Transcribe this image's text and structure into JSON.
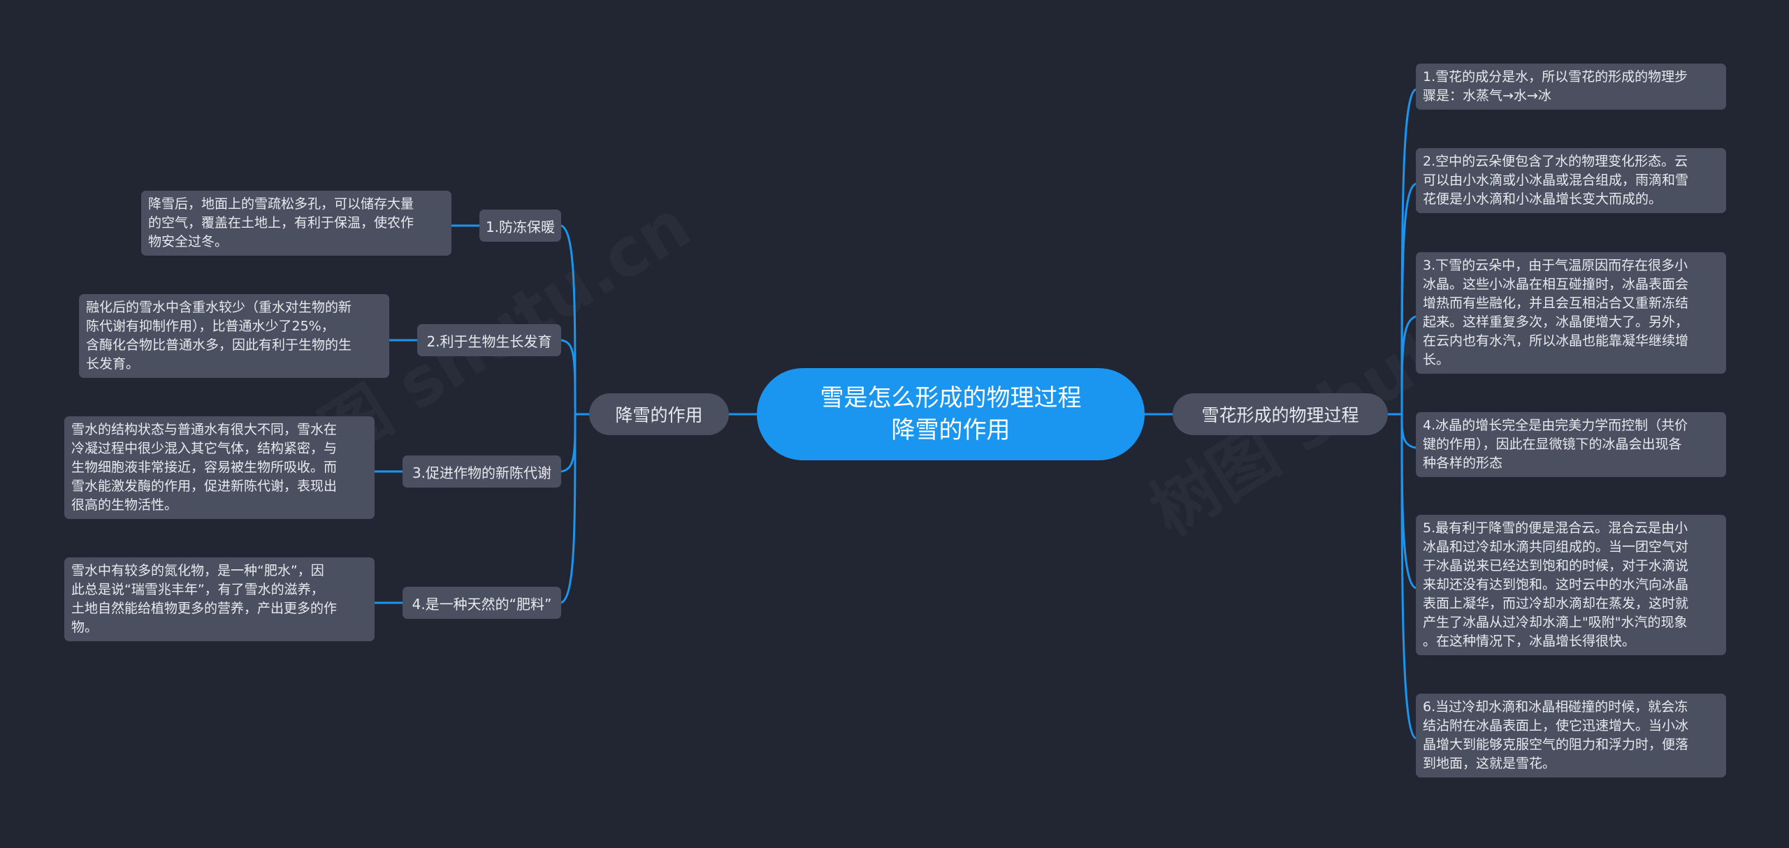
{
  "root": {
    "line1": "雪是怎么形成的物理过程",
    "line2": "降雪的作用"
  },
  "left_branch": {
    "label": "降雪的作用",
    "items": [
      {
        "label": "1.防冻保暖",
        "detail": "降雪后，地面上的雪疏松多孔，可以储存大量\n的空气，覆盖在土地上，有利于保温，使农作\n物安全过冬。"
      },
      {
        "label": "2.利于生物生长发育",
        "detail": "融化后的雪水中含重水较少（重水对生物的新\n陈代谢有抑制作用），比普通水少了25%，\n含酶化合物比普通水多，因此有利于生物的生\n长发育。"
      },
      {
        "label": "3.促进作物的新陈代谢",
        "detail": "雪水的结构状态与普通水有很大不同，雪水在\n冷凝过程中很少混入其它气体，结构紧密，与\n生物细胞液非常接近，容易被生物所吸收。而\n雪水能激发酶的作用，促进新陈代谢，表现出\n很高的生物活性。"
      },
      {
        "label": "4.是一种天然的“肥料”",
        "detail": "雪水中有较多的氮化物，是一种“肥水”，因\n此总是说“瑞雪兆丰年”，有了雪水的滋养，\n土地自然能给植物更多的营养，产出更多的作\n物。"
      }
    ]
  },
  "right_branch": {
    "label": "雪花形成的物理过程",
    "items": [
      "1.雪花的成分是水，所以雪花的形成的物理步\n骤是：水蒸气→水→冰",
      "2.空中的云朵便包含了水的物理变化形态。云\n可以由小水滴或小冰晶或混合组成，雨滴和雪\n花便是小水滴和小冰晶增长变大而成的。",
      "3.下雪的云朵中，由于气温原因而存在很多小\n冰晶。这些小冰晶在相互碰撞时，冰晶表面会\n增热而有些融化，并且会互相沾合又重新冻结\n起来。这样重复多次，冰晶便增大了。另外，\n在云内也有水汽，所以冰晶也能靠凝华继续增\n长。",
      "4.冰晶的增长完全是由完美力学而控制（共价\n键的作用），因此在显微镜下的冰晶会出现各\n种各样的形态",
      "5.最有利于降雪的便是混合云。混合云是由小\n冰晶和过冷却水滴共同组成的。当一团空气对\n于冰晶说来已经达到饱和的时候，对于水滴说\n来却还没有达到饱和。这时云中的水汽向冰晶\n表面上凝华，而过冷却水滴却在蒸发，这时就\n产生了冰晶从过冷却水滴上\"吸附\"水汽的现象\n。在这种情况下，冰晶增长得很快。",
      "6.当过冷却水滴和冰晶相碰撞的时候，就会冻\n结沾附在冰晶表面上，使它迅速增大。当小冰\n晶增大到能够克服空气的阻力和浮力时，便落\n到地面，这就是雪花。"
    ]
  },
  "colors": {
    "background": "#222633",
    "root_fill": "#1a95f0",
    "node_fill": "#4a5060",
    "line": "#1a95f0",
    "text": "#e8eaef"
  }
}
